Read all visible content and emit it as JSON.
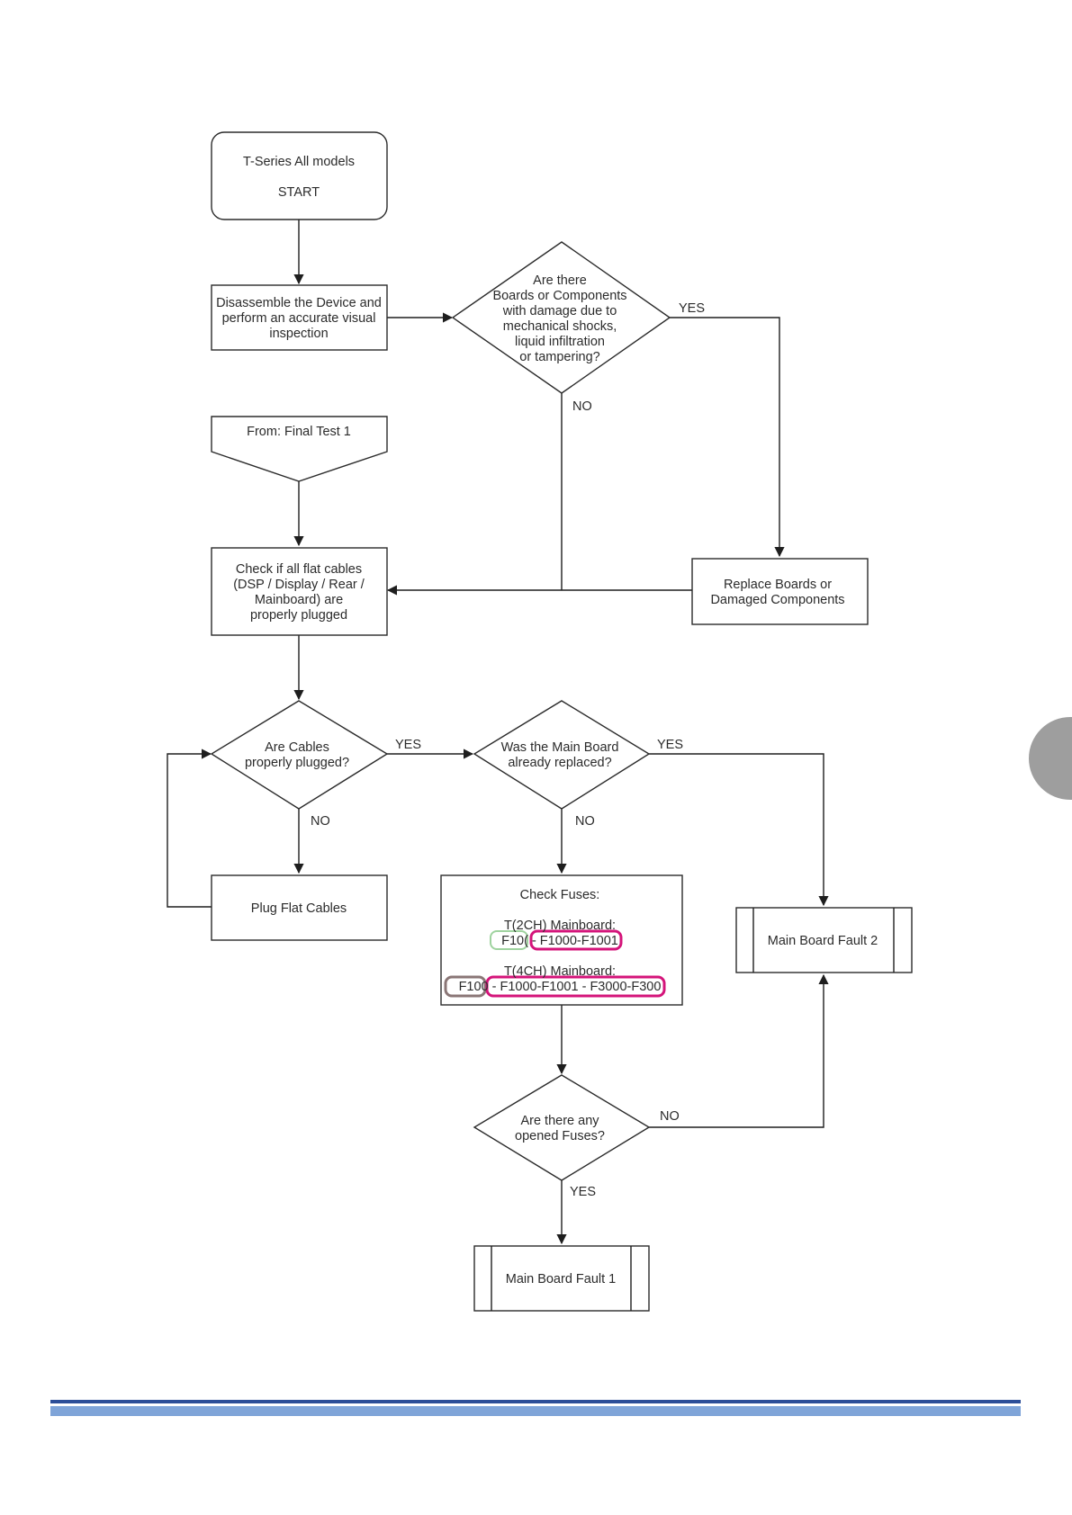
{
  "nodes": {
    "start": [
      "T-Series All models",
      "",
      "START"
    ],
    "disassemble": [
      "Disassemble the Device and",
      "perform an accurate visual",
      "inspection"
    ],
    "damage_q": [
      "Are there",
      "Boards or Components",
      "with damage due to",
      "mechanical shocks,",
      "liquid infiltration",
      "or tampering?"
    ],
    "final_test": [
      "From: Final Test 1"
    ],
    "check_cables": [
      "Check if all flat cables",
      "(DSP / Display / Rear /",
      "Mainboard) are",
      "properly plugged"
    ],
    "replace": [
      "Replace Boards or",
      "Damaged Components"
    ],
    "cables_q": [
      "Are Cables",
      "properly plugged?"
    ],
    "mainboard_q": [
      "Was the Main Board",
      "already replaced?"
    ],
    "plug": [
      "Plug Flat Cables"
    ],
    "check_fuses": [
      "Check Fuses:",
      "",
      "T(2CH) Mainboard:",
      "F10( - F1000-F1001",
      "",
      "T(4CH) Mainboard:",
      "F100 - F1000-F1001 - F3000-F300"
    ],
    "fault2": [
      "Main Board Fault 2"
    ],
    "fuses_q": [
      "Are there any",
      "opened Fuses?"
    ],
    "fault1": [
      "Main Board Fault 1"
    ]
  },
  "edge_labels": {
    "damage_yes": "YES",
    "damage_no": "NO",
    "cables_yes": "YES",
    "cables_no": "NO",
    "mainboard_yes": "YES",
    "mainboard_no": "NO",
    "fuses_no": "NO",
    "fuses_yes": "YES"
  },
  "colors": {
    "stroke": "#2b2b2b",
    "highlight_magenta": "#d4147a",
    "highlight_green": "#9fd39f",
    "highlight_brown": "#8a7676",
    "footer_dark": "#2c4e98",
    "footer_light": "#7fa4d8",
    "side_tab": "#9e9e9e"
  }
}
